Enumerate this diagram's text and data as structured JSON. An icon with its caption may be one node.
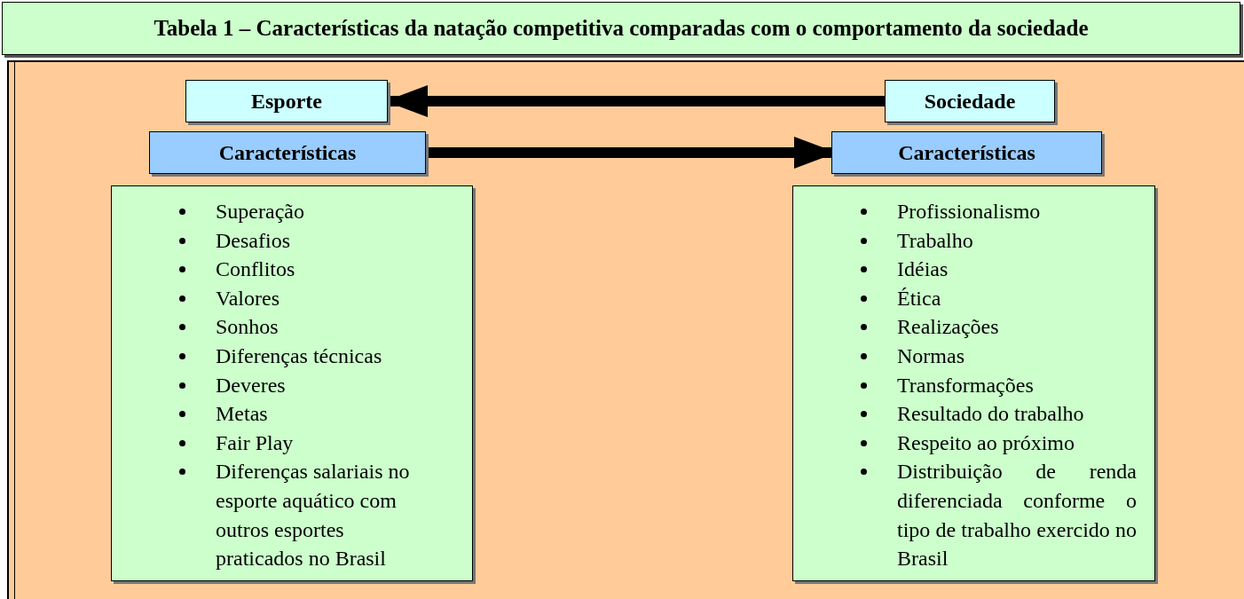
{
  "diagram": {
    "title": "Tabela 1 – Características da natação competitiva comparadas com o comportamento da sociedade",
    "nodes": [
      {
        "text": [
          "Esporte"
        ]
      },
      {
        "text": [
          "Características"
        ]
      },
      {
        "text": [
          "Superação",
          "Desafios",
          "Conflitos",
          "Valores",
          "Sonhos",
          "Diferenças técnicas",
          "Deveres",
          "Metas",
          "Fair Play",
          "Diferenças salariais no esporte aquático com outros esportes praticados no Brasil"
        ]
      },
      {
        "text": [
          "Sociedade"
        ]
      },
      {
        "text": [
          "Características"
        ]
      },
      {
        "text": [
          "Profissionalismo",
          "Trabalho",
          "Idéias",
          "Ética",
          "Realizações",
          "Normas",
          "Transformações",
          "Resultado do trabalho",
          "Respeito ao próximo",
          "Distribuição de renda diferenciada conforme o tipo de trabalho exercido no Brasil"
        ]
      }
    ],
    "edges": [
      {
        "from": 3,
        "to": 0,
        "arrow": "to"
      },
      {
        "from": 1,
        "to": 4,
        "arrow": "to"
      }
    ]
  }
}
